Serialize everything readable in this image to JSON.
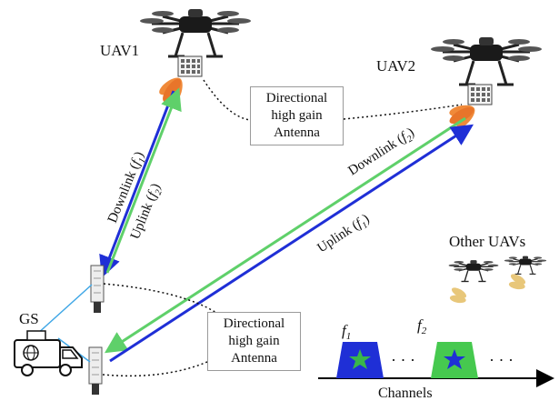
{
  "labels": {
    "uav1": "UAV1",
    "uav2": "UAV2",
    "gs": "GS",
    "other_uavs": "Other UAVs",
    "channels": "Channels",
    "ellipsis": "· · ·",
    "f1_base": "f",
    "f1_sub": "1",
    "f2_base": "f",
    "f2_sub": "2"
  },
  "links": {
    "uav1_downlink": {
      "text": "Downlink (",
      "f": "f",
      "sub": "1",
      "close": ")"
    },
    "uav1_uplink": {
      "text": "Uplink (",
      "f": "f",
      "sub": "2",
      "close": ")"
    },
    "uav2_downlink": {
      "text": "Downlink (",
      "f": "f",
      "sub": "2",
      "close": ")"
    },
    "uav2_uplink": {
      "text": "Uplink (",
      "f": "f",
      "sub": "1",
      "close": ")"
    }
  },
  "callout_top": {
    "line1": "Directional",
    "line2": "high gain",
    "line3": "Antenna"
  },
  "callout_bottom": {
    "line1": "Directional",
    "line2": "high gain",
    "line3": "Antenna"
  },
  "colors": {
    "downlink_blue": "#1f2fd6",
    "uplink_green": "#5fd06a",
    "cable": "#3fa7e6",
    "beam": "#f08a3a",
    "channel_blue": "#1f2fd6",
    "channel_green": "#46c94f",
    "star_green": "#39b54a",
    "star_blue": "#1f2fd6"
  },
  "icons": [
    "drone-icon",
    "antenna-panel-icon",
    "ground-station-van-icon",
    "star-icon"
  ]
}
